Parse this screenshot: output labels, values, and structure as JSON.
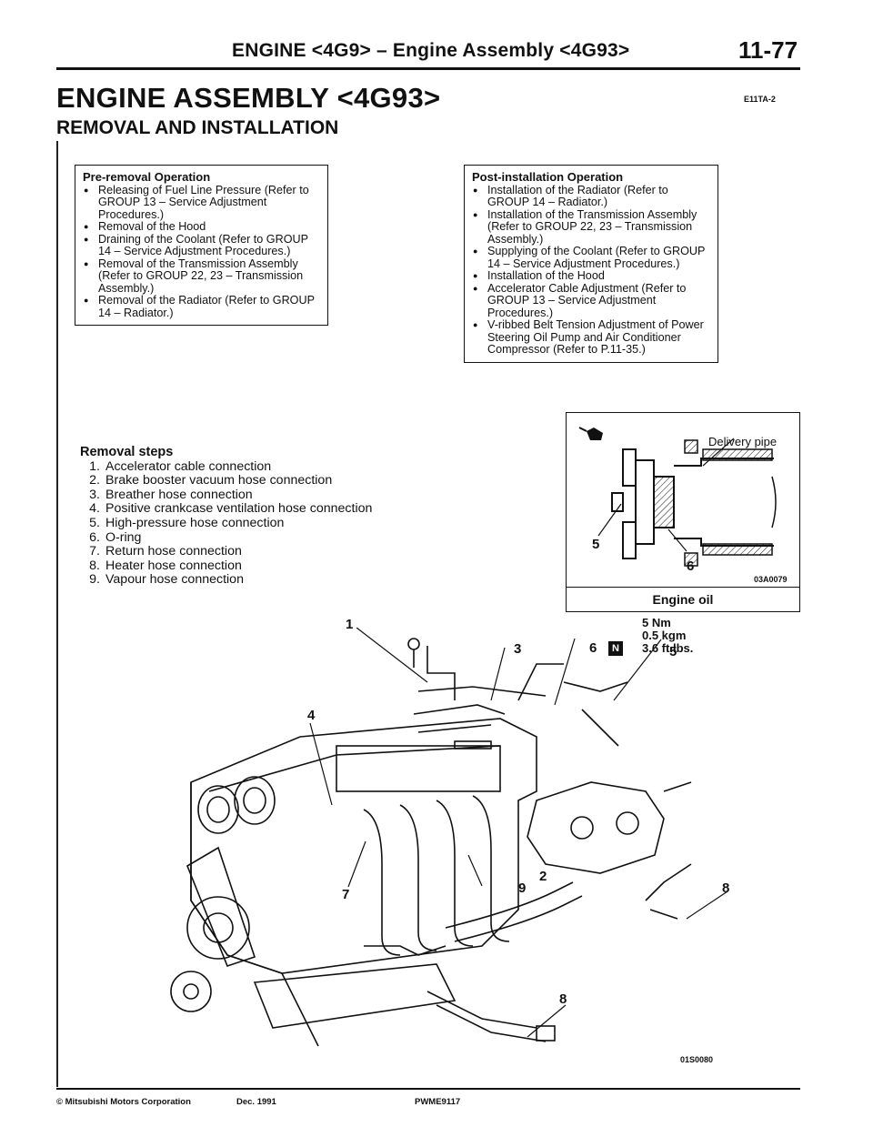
{
  "header": {
    "section": "ENGINE <4G9> – Engine Assembly <4G93>",
    "page_number": "11-77"
  },
  "title": "ENGINE ASSEMBLY <4G93>",
  "section_code": "E11TA-2",
  "subtitle": "REMOVAL AND INSTALLATION",
  "pre_removal": {
    "heading": "Pre-removal Operation",
    "items": [
      "Releasing of Fuel Line Pressure (Refer to GROUP 13 – Service Adjustment Procedures.)",
      "Removal of the Hood",
      "Draining of the Coolant (Refer to GROUP 14 – Service Adjustment Procedures.)",
      "Removal of the Transmission Assembly (Refer to GROUP 22, 23 – Transmission Assembly.)",
      "Removal of the Radiator (Refer to GROUP 14 – Radiator.)"
    ]
  },
  "post_installation": {
    "heading": "Post-installation Operation",
    "items": [
      "Installation of the Radiator (Refer to GROUP 14 – Radiator.)",
      "Installation of the Transmission Assembly (Refer to GROUP 22, 23 – Transmission Assembly.)",
      "Supplying of the Coolant (Refer to GROUP 14 – Service Adjustment Procedures.)",
      "Installation of the Hood",
      "Accelerator Cable Adjustment (Refer to GROUP 13 – Service Adjustment Procedures.)",
      "V-ribbed Belt Tension Adjustment of Power Steering Oil Pump and Air Conditioner Compressor (Refer to P.11-35.)"
    ]
  },
  "removal_steps": {
    "heading": "Removal steps",
    "items": [
      {
        "num": "1.",
        "text": "Accelerator cable connection"
      },
      {
        "num": "2.",
        "text": "Brake booster vacuum hose connection"
      },
      {
        "num": "3.",
        "text": "Breather hose connection"
      },
      {
        "num": "4.",
        "text": "Positive crankcase ventilation hose connection"
      },
      {
        "num": "5.",
        "text": "High-pressure hose connection"
      },
      {
        "num": "6.",
        "text": "O-ring"
      },
      {
        "num": "7.",
        "text": "Return hose connection"
      },
      {
        "num": "8.",
        "text": "Heater hose connection"
      },
      {
        "num": "9.",
        "text": "Vapour hose connection"
      }
    ]
  },
  "inset": {
    "label_pipe": "Delivery pipe",
    "label_5": "5",
    "label_6": "6",
    "code": "03A0079",
    "footer": "Engine oil"
  },
  "torque": {
    "nm": "5 Nm",
    "kgm": "0.5 kgm",
    "ftlbs": "3.6 ft.lbs."
  },
  "callouts": {
    "c1": "1",
    "c2": "2",
    "c3": "3",
    "c4": "4",
    "c5": "5",
    "c6": "6",
    "c7": "7",
    "c8a": "8",
    "c8b": "8",
    "c9": "9",
    "n_badge": "N"
  },
  "figure_code": "01S0080",
  "footer": {
    "copyright": "© Mitsubishi Motors Corporation",
    "date": "Dec. 1991",
    "pub_code": "PWME9117"
  }
}
